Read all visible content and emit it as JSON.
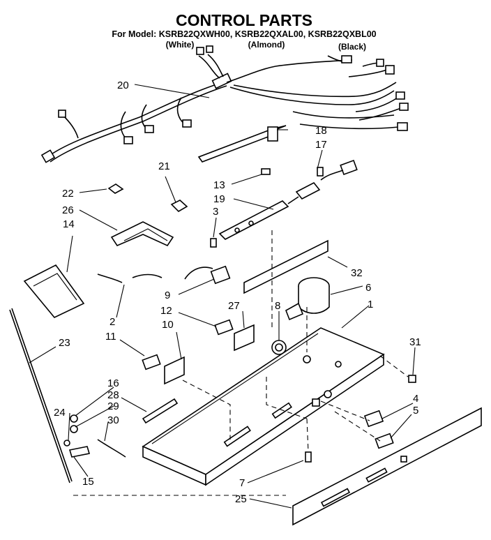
{
  "header": {
    "title": "CONTROL PARTS",
    "model_line": "For Model: KSRB22QXWH00, KSRB22QXAL00, KSRB22QXBL00",
    "color_white": "(White)",
    "color_almond": "(Almond)",
    "color_black": "(Black)"
  },
  "callouts": {
    "c1": "1",
    "c2": "2",
    "c3": "3",
    "c4": "4",
    "c5": "5",
    "c6": "6",
    "c7": "7",
    "c8": "8",
    "c9": "9",
    "c10": "10",
    "c11": "11",
    "c12": "12",
    "c13": "13",
    "c14": "14",
    "c15": "15",
    "c16": "16",
    "c17": "17",
    "c18": "18",
    "c19": "19",
    "c20": "20",
    "c21": "21",
    "c22": "22",
    "c23": "23",
    "c24": "24",
    "c25": "25",
    "c26": "26",
    "c27": "27",
    "c28": "28",
    "c29": "29",
    "c30": "30",
    "c31": "31",
    "c32": "32"
  }
}
